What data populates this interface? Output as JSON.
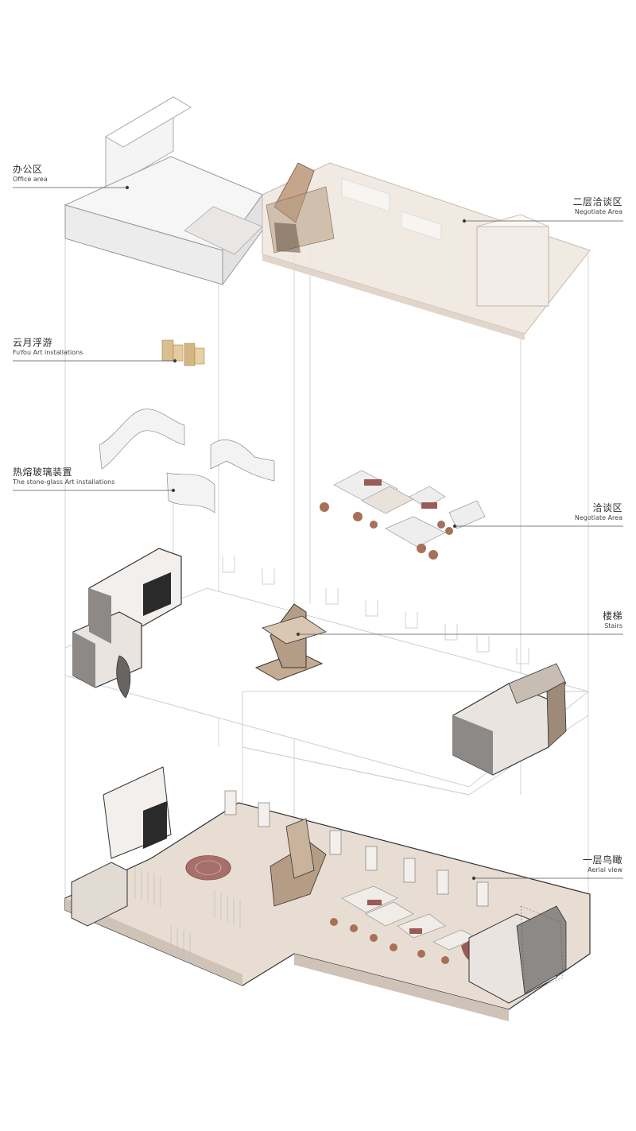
{
  "labels": {
    "office": {
      "zh": "办公区",
      "en": "Office area"
    },
    "negotiate_2f": {
      "zh": "二层洽谈区",
      "en": "Negotiate Area"
    },
    "fuyou": {
      "zh": "云月浮游",
      "en": "FuYou  Art installations"
    },
    "stone_glass": {
      "zh": "热熔玻璃装置",
      "en": "The stone-glass  Art installations"
    },
    "negotiate": {
      "zh": "洽谈区",
      "en": "Negotiate Area"
    },
    "stairs": {
      "zh": "楼梯",
      "en": "Stairs"
    },
    "aerial": {
      "zh": "一层鸟瞰",
      "en": "Aerial view"
    }
  },
  "colors": {
    "floor": "#e8ddd3",
    "wall_light": "#f2efec",
    "wall_dark": "#8d8986",
    "outline": "#bfbfbf",
    "accent_red": "#9a5a55",
    "accent_gold": "#c9ad82",
    "wood": "#b49a82"
  }
}
